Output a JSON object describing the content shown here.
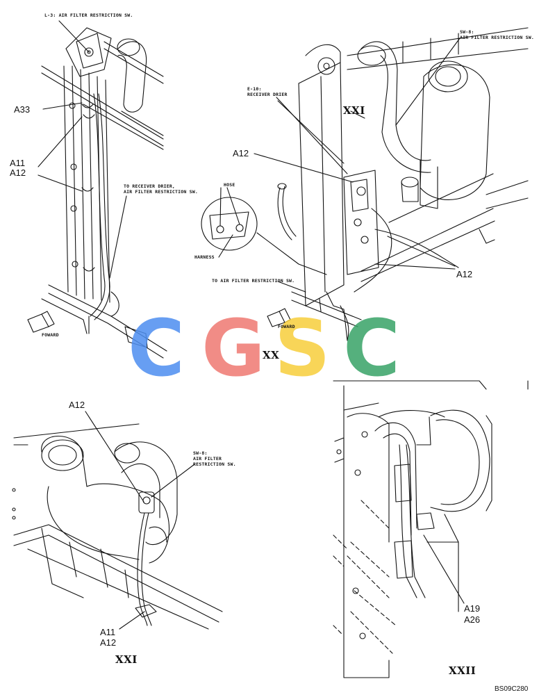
{
  "labels": {
    "a33": "A33",
    "a11": "A11",
    "a12_left": "A12",
    "l3": "L-3: AIR FILTER RESTRICTION SW.",
    "to_receiver_1": "TO RECEIVER DRIER,",
    "to_receiver_2": "AIR FILTER RESTRICTION SW.",
    "foward_left": "FOWARD",
    "e10_1": "E-10:",
    "e10_2": "RECEIVER DRIER",
    "sw8_top_1": "SW-8:",
    "sw8_top_2": "AIR FILTER RESTRICTION SW.",
    "a12_mid": "A12",
    "hose": "HOSE",
    "harness": "HARNESS",
    "to_air_filter": "TO AIR FILTER RESTRICTION SW.",
    "a12_right": "A12",
    "foward_right": "FOWARD",
    "a12_xxi": "A12",
    "sw8_xxi_1": "SW-8:",
    "sw8_xxi_2": "AIR FILTER",
    "sw8_xxi_3": "RESTRICTION SW.",
    "a11_xxi": "A11",
    "a12_xxi_bottom": "A12",
    "a19": "A19",
    "a26": "A26"
  },
  "views": {
    "xx": "XX",
    "xxi_marker": "XXI",
    "xxi": "XXI",
    "xxii": "XXII"
  },
  "drawing_code": "BS09C280",
  "watermark": {
    "letters": [
      "C",
      "G",
      "S",
      "C"
    ],
    "colors": [
      "#4f8ff0",
      "#ef7a73",
      "#f7cf3d",
      "#3aa468"
    ]
  }
}
